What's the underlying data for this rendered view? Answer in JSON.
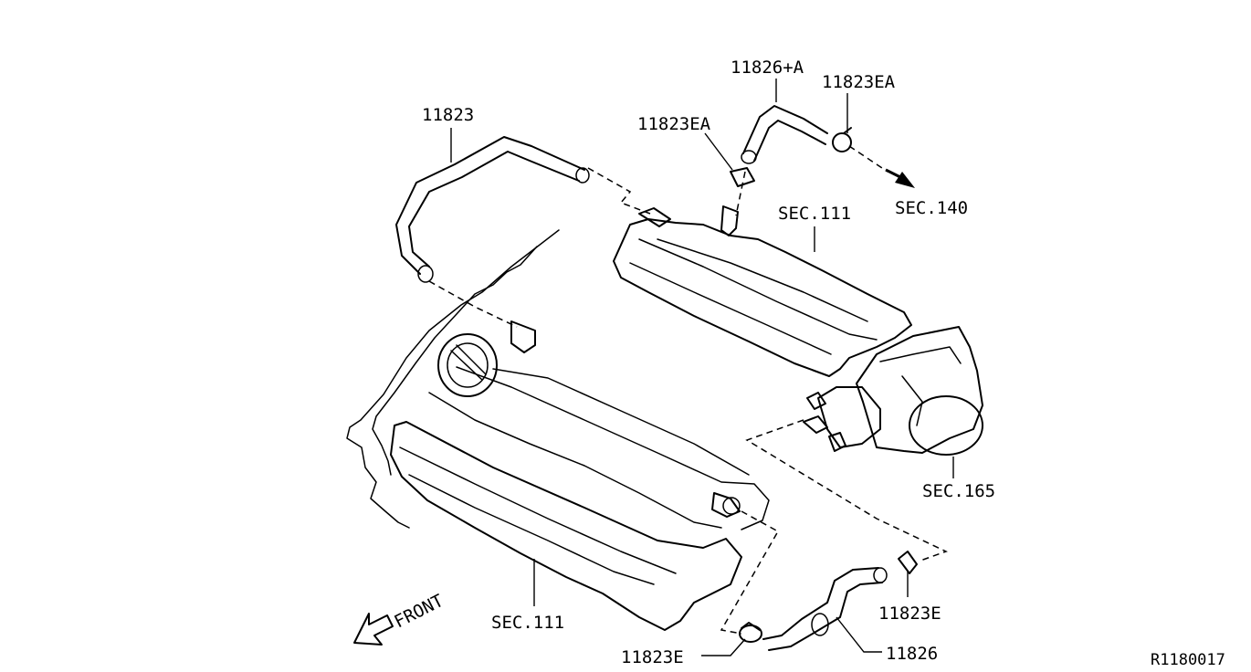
{
  "labels": {
    "hose_11823": "11823",
    "hose_11826_a": "11826+A",
    "clamp_11823ea_right": "11823EA",
    "clamp_11823ea_left": "11823EA",
    "sec_111_upper": "SEC.111",
    "sec_140": "SEC.140",
    "sec_165": "SEC.165",
    "sec_111_lower": "SEC.111",
    "clamp_11823e_right": "11823E",
    "clamp_11823e_bottom": "11823E",
    "hose_11826": "11826",
    "front": "FRONT"
  },
  "reference_code": "R1180017"
}
